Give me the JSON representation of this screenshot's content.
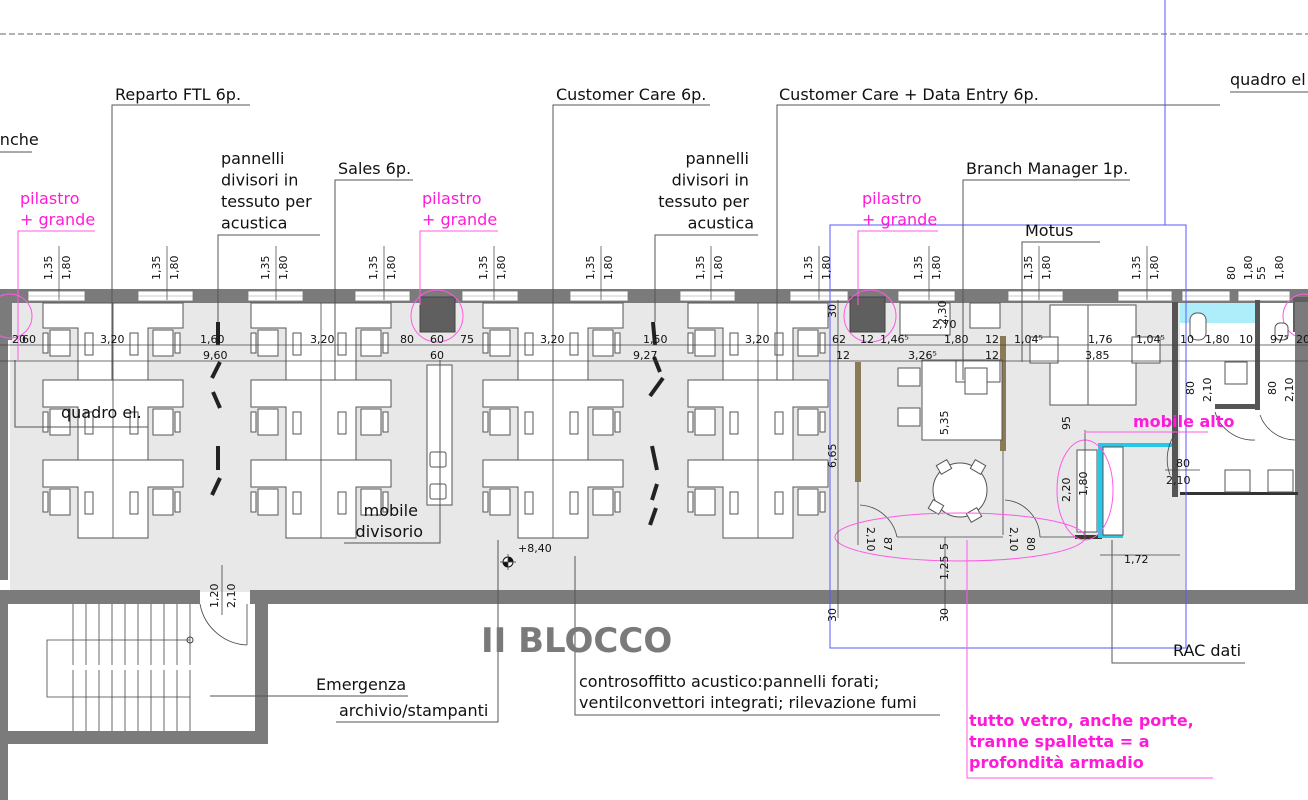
{
  "drawing": {
    "block_title": "II BLOCCO",
    "colors": {
      "wall": "#7b7b7b",
      "floor": "#e8e8e8",
      "annotation": "#ff1ad9",
      "guide": "#5a5aff",
      "glass": "#29c7e6"
    }
  },
  "areas": [
    {
      "id": "ftl",
      "label": "Reparto FTL 6p."
    },
    {
      "id": "sales",
      "label": "Sales 6p."
    },
    {
      "id": "cc",
      "label": "Customer Care 6p."
    },
    {
      "id": "ccde",
      "label": "Customer Care + Data Entry 6p."
    },
    {
      "id": "bm",
      "label": "Branch Manager 1p."
    },
    {
      "id": "motus",
      "label": "Motus"
    }
  ],
  "notes": {
    "anche": "anche",
    "quadro_el_right": "quadro el",
    "quadro_el_left": "quadro el.",
    "pannelli_1": [
      "pannelli",
      "divisori in",
      "tessuto per",
      "acustica"
    ],
    "pannelli_2": [
      "pannelli",
      "divisori in",
      "tessuto per",
      "acustica"
    ],
    "mobile_divisorio": [
      "mobile",
      "divisorio"
    ],
    "emergenza": "Emergenza",
    "archivio": "archivio/stampanti",
    "controsoffitto": [
      "controsoffitto acustico:pannelli forati;",
      "ventilconvettori integrati; rilevazione fumi"
    ],
    "rac_dati": "RAC dati",
    "level": "+8,40"
  },
  "magenta_notes": {
    "pilastro": [
      "pilastro",
      "+ grande"
    ],
    "mobile_alto": "mobile alto",
    "vetro": [
      "tutto vetro, anche porte,",
      "tranne spalletta = a",
      "profondità armadio"
    ]
  },
  "window_dims": {
    "sill": "1,35",
    "height": "1,80",
    "wc_a": "80",
    "wc_b": "1,80",
    "wc_c": "55",
    "wc_d": "1,80"
  },
  "dims_row1": [
    "20",
    "60",
    "3,20",
    "1,60",
    "3,20",
    "80",
    "60",
    "75",
    "3,20",
    "1,50",
    "3,20",
    "62",
    "12",
    "1,46⁵",
    "1,80",
    "12",
    "1,04⁵",
    "1,76",
    "1,04⁵",
    "10",
    "1,80",
    "10",
    "97⁵",
    "20"
  ],
  "dims_row2": [
    "9,60",
    "60",
    "9,27",
    "12",
    "3,26⁵",
    "12",
    "3,85"
  ],
  "dims_other": {
    "d270": "2,70",
    "d230": "2,30",
    "d30a": "30",
    "d535": "5,35",
    "d665": "6,65",
    "d95": "95",
    "d220": "2,20",
    "d180": "1,80",
    "d172": "1,72",
    "d210a": "2,10",
    "d87": "87",
    "d210b": "2,10",
    "d80a": "80",
    "d5": "5",
    "d125": "1,25",
    "d30b": "30",
    "d30c": "30",
    "wc80a": "80",
    "wc210a": "2,10",
    "wc80b": "80",
    "wc210b": "2,10",
    "wc80c": "80",
    "wc210c": "2,10",
    "stair120": "1,20",
    "stair210": "2,10"
  }
}
